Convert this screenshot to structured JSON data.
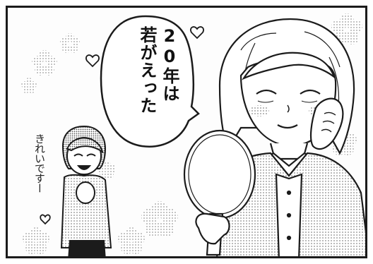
{
  "speech_bubble": {
    "line1": "20年は",
    "line2": "若がえった"
  },
  "side_text": "きれいですー",
  "colors": {
    "ink": "#1b1b1b",
    "tone": "#9a9a9a",
    "paper": "#fdfdfd"
  }
}
